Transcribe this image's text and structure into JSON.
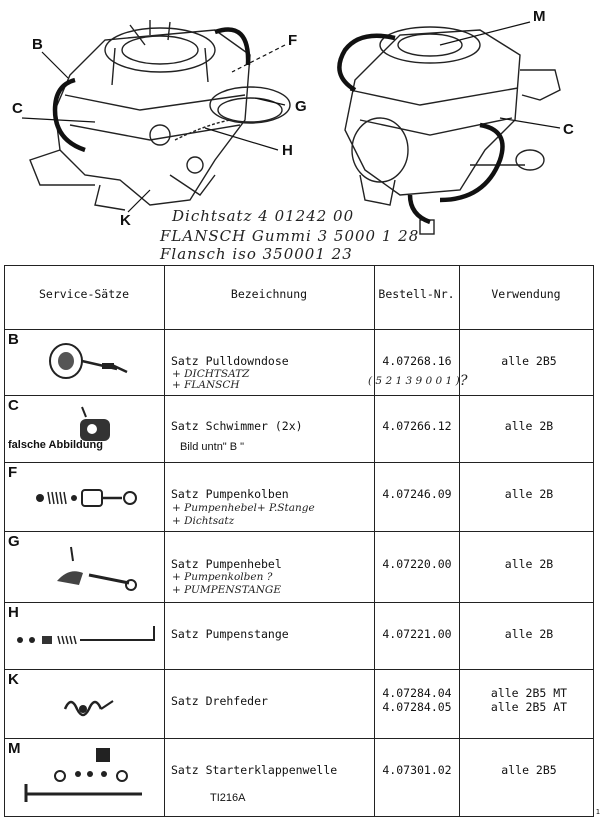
{
  "callouts": {
    "b": "B",
    "c_left": "C",
    "k": "K",
    "f": "F",
    "g": "G",
    "h": "H",
    "m": "M",
    "c_right": "C"
  },
  "handwritten": {
    "line1": "Dichtsatz   4 01242 00",
    "line2": "FLANSCH Gummi 3 5000 1 28",
    "line3": "Flansch iso   350001 23"
  },
  "table": {
    "headers": [
      "Service-Sätze",
      "Bezeichnung",
      "Bestell-Nr.",
      "Verwendung"
    ],
    "rows": [
      {
        "letter": "B",
        "name": "Satz Pulldowndose",
        "order": [
          "4.07268.16"
        ],
        "use": [
          "alle 2B5"
        ],
        "notes": [
          "+ DICHTSATZ",
          "+ FLANSCH",
          "( 5 2 1 3 9 0 0 1 )",
          "?"
        ]
      },
      {
        "letter": "C",
        "name": "Satz Schwimmer (2x)",
        "order": [
          "4.07266.12"
        ],
        "use": [
          "alle 2B"
        ],
        "notes": [
          "falsche Abbildung",
          "Bild untn\" B \""
        ]
      },
      {
        "letter": "F",
        "name": "Satz Pumpenkolben",
        "order": [
          "4.07246.09"
        ],
        "use": [
          "alle 2B"
        ],
        "notes": [
          "+ Pumpenhebel+ P.Stange",
          "+ Dichtsatz"
        ]
      },
      {
        "letter": "G",
        "name": "Satz Pumpenhebel",
        "order": [
          "4.07220.00"
        ],
        "use": [
          "alle 2B"
        ],
        "notes": [
          "+ Pumpenkolben ?",
          "+ PUMPENSTANGE"
        ]
      },
      {
        "letter": "H",
        "name": "Satz Pumpenstange",
        "order": [
          "4.07221.00"
        ],
        "use": [
          "alle 2B"
        ],
        "notes": []
      },
      {
        "letter": "K",
        "name": "Satz Drehfeder",
        "order": [
          "4.07284.04",
          "4.07284.05"
        ],
        "use": [
          "alle 2B5 MT",
          "alle 2B5 AT"
        ],
        "notes": []
      },
      {
        "letter": "M",
        "name": "Satz Starterklappenwelle",
        "order": [
          "4.07301.02"
        ],
        "use": [
          "alle 2B5"
        ],
        "notes": [
          "TI216A"
        ]
      }
    ]
  },
  "page_corner": "1"
}
